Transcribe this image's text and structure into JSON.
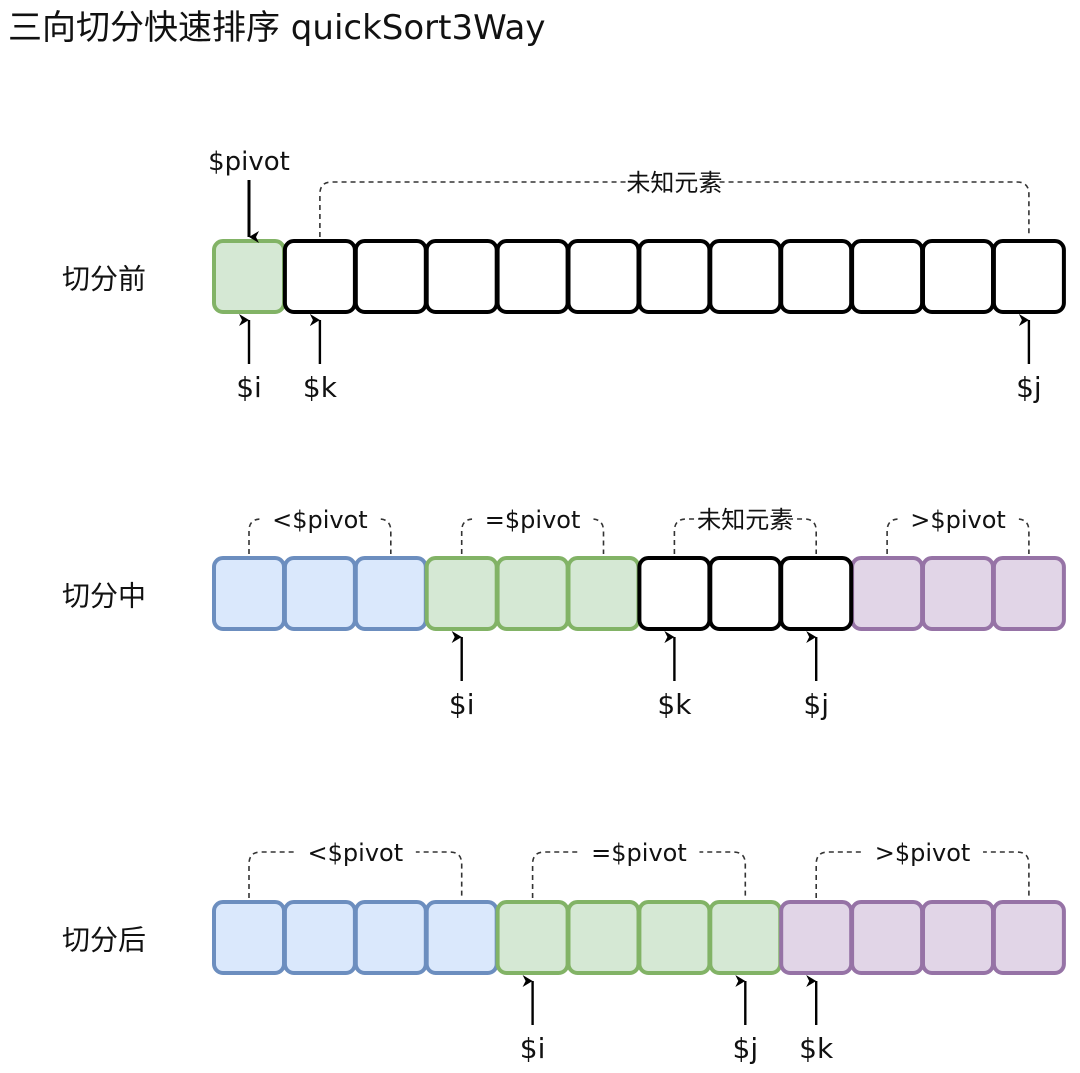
{
  "title": "三向切分快速排序 quickSort3Way",
  "colors": {
    "white": {
      "fill": "#ffffff",
      "stroke": "#000000"
    },
    "green": {
      "fill": "#d5e8d4",
      "stroke": "#82b366"
    },
    "blue": {
      "fill": "#dae8fc",
      "stroke": "#6c8ebf"
    },
    "purple": {
      "fill": "#e1d5e7",
      "stroke": "#9673a6"
    },
    "text": "#111111",
    "arrow": "#000000"
  },
  "rows": [
    {
      "label": "切分前",
      "cells": [
        "green",
        "white",
        "white",
        "white",
        "white",
        "white",
        "white",
        "white",
        "white",
        "white",
        "white",
        "white"
      ],
      "pivot_label": "$pivot",
      "pivot_arrow_cell": 0,
      "brackets": [
        {
          "text": "未知元素",
          "from": 1,
          "to": 11
        }
      ],
      "pointers": [
        {
          "text": "$i",
          "cell": 0
        },
        {
          "text": "$k",
          "cell": 1
        },
        {
          "text": "$j",
          "cell": 11
        }
      ]
    },
    {
      "label": "切分中",
      "cells": [
        "blue",
        "blue",
        "blue",
        "green",
        "green",
        "green",
        "white",
        "white",
        "white",
        "purple",
        "purple",
        "purple"
      ],
      "brackets": [
        {
          "text": "<$pivot",
          "from": 0,
          "to": 2
        },
        {
          "text": "=$pivot",
          "from": 3,
          "to": 5
        },
        {
          "text": "未知元素",
          "from": 6,
          "to": 8
        },
        {
          "text": ">$pivot",
          "from": 9,
          "to": 11
        }
      ],
      "pointers": [
        {
          "text": "$i",
          "cell": 3
        },
        {
          "text": "$k",
          "cell": 6
        },
        {
          "text": "$j",
          "cell": 8
        }
      ]
    },
    {
      "label": "切分后",
      "cells": [
        "blue",
        "blue",
        "blue",
        "blue",
        "green",
        "green",
        "green",
        "green",
        "purple",
        "purple",
        "purple",
        "purple"
      ],
      "brackets": [
        {
          "text": "<$pivot",
          "from": 0,
          "to": 3
        },
        {
          "text": "=$pivot",
          "from": 4,
          "to": 7
        },
        {
          "text": ">$pivot",
          "from": 8,
          "to": 11
        }
      ],
      "pointers": [
        {
          "text": "$i",
          "cell": 4
        },
        {
          "text": "$j",
          "cell": 7
        },
        {
          "text": "$k",
          "cell": 8
        }
      ]
    }
  ]
}
